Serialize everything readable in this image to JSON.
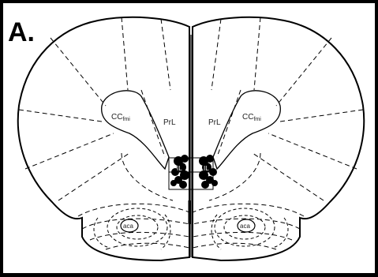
{
  "panel": {
    "label": "A."
  },
  "regions": {
    "ccfmi_left": "CC",
    "ccfmi_left_sub": "fmi",
    "ccfmi_right": "CC",
    "ccfmi_right_sub": "fmi",
    "prl_left": "PrL",
    "prl_right": "PrL",
    "il_left": "IL",
    "il_right": "IL",
    "aca_left": "aca",
    "aca_right": "aca"
  },
  "colors": {
    "background": "#000000",
    "panel": "#ffffff",
    "outline": "#000000",
    "marker": "#000000"
  }
}
